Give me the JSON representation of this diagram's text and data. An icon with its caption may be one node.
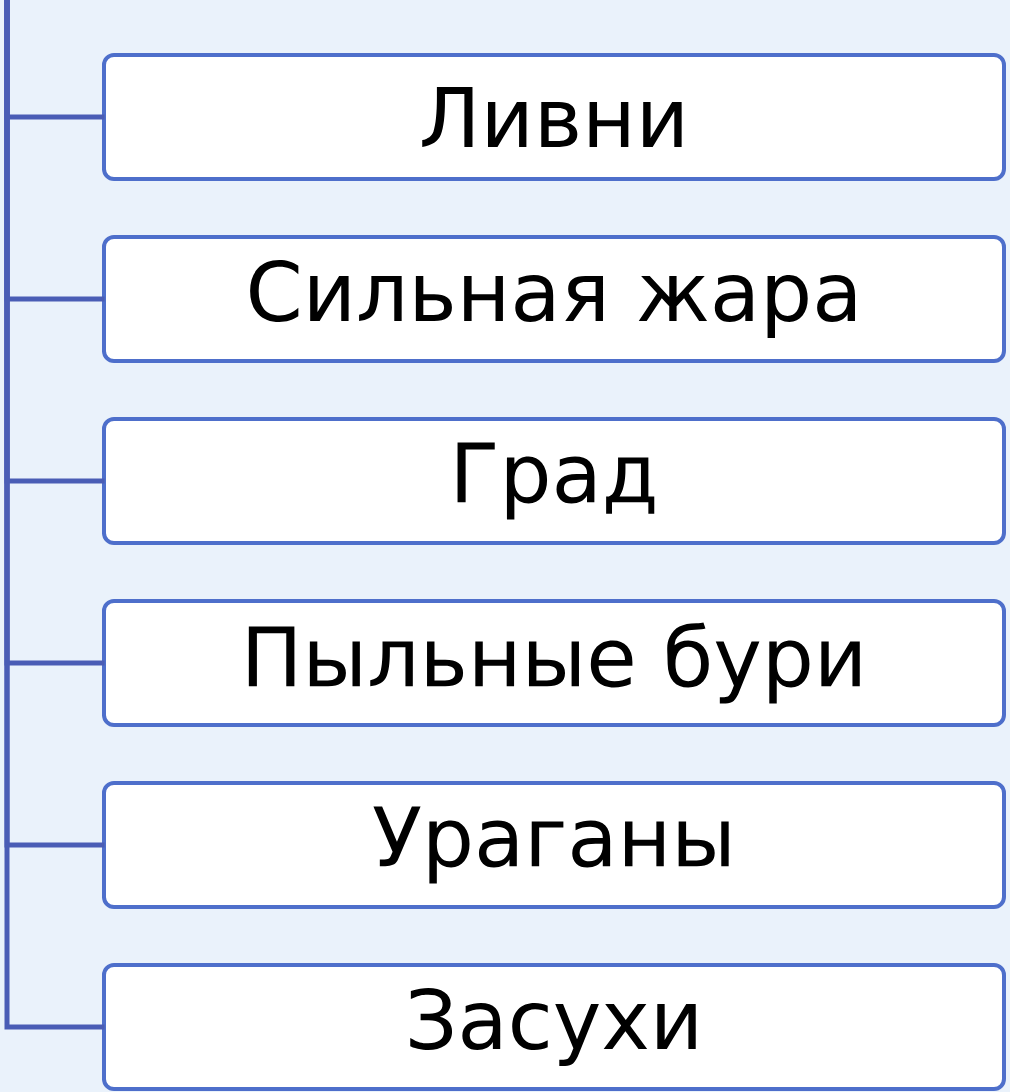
{
  "diagram": {
    "nodes": [
      {
        "text": [
          "Ливни"
        ]
      },
      {
        "text": [
          "Сильная жара"
        ]
      },
      {
        "text": [
          "Град"
        ]
      },
      {
        "text": [
          "Пыльные бури"
        ]
      },
      {
        "text": [
          "Ураганы"
        ]
      },
      {
        "text": [
          "Засухи"
        ]
      }
    ],
    "edges": [
      {
        "from": null,
        "to": 0,
        "arrow": "none"
      },
      {
        "from": null,
        "to": 1,
        "arrow": "none"
      },
      {
        "from": null,
        "to": 2,
        "arrow": "none"
      },
      {
        "from": null,
        "to": 3,
        "arrow": "none"
      },
      {
        "from": null,
        "to": 4,
        "arrow": "none"
      },
      {
        "from": null,
        "to": 5,
        "arrow": "none"
      }
    ]
  }
}
